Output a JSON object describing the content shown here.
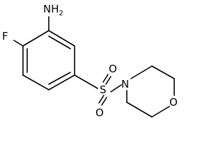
{
  "structure": {
    "atoms": {
      "amine": {
        "main": "NH",
        "sub": "2"
      },
      "fluorine": "F",
      "sulfur": "S",
      "sulfonyl_oxygen_top": "O",
      "sulfonyl_oxygen_bottom": "O",
      "morpholine_nitrogen": "N",
      "morpholine_oxygen": "O"
    }
  }
}
